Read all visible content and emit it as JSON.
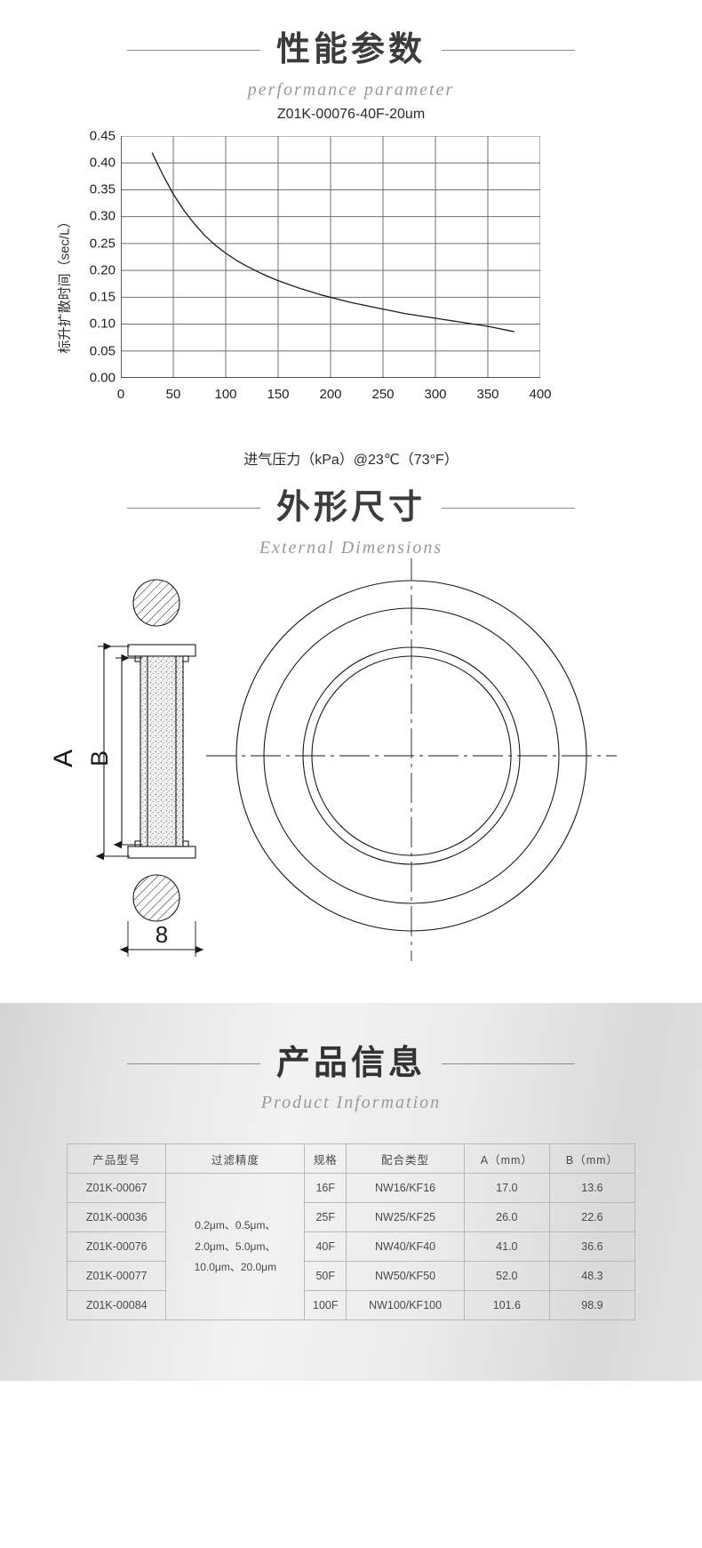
{
  "sections": {
    "performance": {
      "cn": "性能参数",
      "en": "performance parameter"
    },
    "dimensions": {
      "cn": "外形尺寸",
      "en": "External Dimensions"
    },
    "product": {
      "cn": "产品信息",
      "en": "Product Information"
    }
  },
  "chart_data": {
    "type": "line",
    "title": "Z01K-00076-40F-20um",
    "xlabel": "进气压力（kPa）@23℃（73°F）",
    "ylabel": "标升扩散时间（sec/L）",
    "xticks": [
      "0",
      "50",
      "100",
      "150",
      "200",
      "250",
      "300",
      "350",
      "400"
    ],
    "yticks": [
      "0.00",
      "0.05",
      "0.10",
      "0.15",
      "0.20",
      "0.25",
      "0.30",
      "0.35",
      "0.40",
      "0.45"
    ],
    "xlim": [
      0,
      400
    ],
    "ylim": [
      0.0,
      0.45
    ],
    "grid": true,
    "legend": "none",
    "series": [
      {
        "name": "Z01K-00076-40F-20um",
        "x": [
          30,
          40,
          50,
          60,
          70,
          80,
          90,
          100,
          110,
          120,
          130,
          140,
          150,
          160,
          170,
          180,
          190,
          200,
          210,
          220,
          230,
          240,
          250,
          260,
          270,
          280,
          290,
          300,
          310,
          320,
          330,
          340,
          350,
          360,
          370,
          375
        ],
        "y": [
          0.418,
          0.378,
          0.342,
          0.312,
          0.287,
          0.265,
          0.247,
          0.232,
          0.219,
          0.208,
          0.198,
          0.189,
          0.181,
          0.174,
          0.167,
          0.161,
          0.155,
          0.15,
          0.145,
          0.14,
          0.136,
          0.132,
          0.128,
          0.124,
          0.12,
          0.117,
          0.114,
          0.111,
          0.108,
          0.105,
          0.102,
          0.099,
          0.096,
          0.092,
          0.088,
          0.086
        ]
      }
    ]
  },
  "drawing": {
    "label_a": "A",
    "label_b": "B",
    "label_width": "8"
  },
  "table": {
    "headers": [
      "产品型号",
      "过滤精度",
      "规格",
      "配合类型",
      "A（mm）",
      "B（mm）"
    ],
    "filter_precision": [
      "0.2μm、0.5μm、",
      "2.0μm、5.0μm、",
      "10.0μm、20.0μm"
    ],
    "rows": [
      {
        "model": "Z01K-00067",
        "spec": "16F",
        "type": "NW16/KF16",
        "a": "17.0",
        "b": "13.6"
      },
      {
        "model": "Z01K-00036",
        "spec": "25F",
        "type": "NW25/KF25",
        "a": "26.0",
        "b": "22.6"
      },
      {
        "model": "Z01K-00076",
        "spec": "40F",
        "type": "NW40/KF40",
        "a": "41.0",
        "b": "36.6"
      },
      {
        "model": "Z01K-00077",
        "spec": "50F",
        "type": "NW50/KF50",
        "a": "52.0",
        "b": "48.3"
      },
      {
        "model": "Z01K-00084",
        "spec": "100F",
        "type": "NW100/KF100",
        "a": "101.6",
        "b": "98.9"
      }
    ]
  },
  "colors": {
    "heading": "#3c3c3c",
    "subtitle": "#9a9a9a",
    "rule": "#8c8c8c",
    "line": "#1a1a1a",
    "grid": "#6f6f6f",
    "table_border": "#b9b9b9",
    "table_text": "#4a4a4a"
  }
}
